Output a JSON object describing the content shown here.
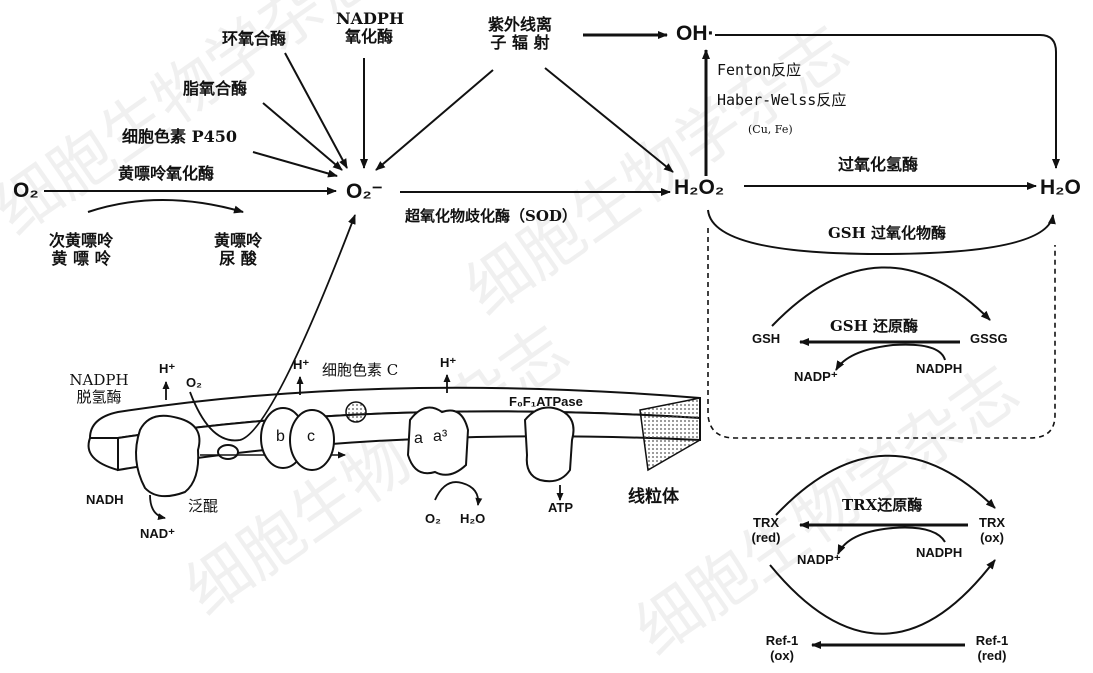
{
  "watermark": "细胞生物学杂志",
  "species": {
    "o2": "O₂",
    "superoxide": "O₂⁻",
    "h2o2": "H₂O₂",
    "oh": "OH·",
    "h2o": "H₂O"
  },
  "sources": {
    "cyclooxygenase": "环氧合酶",
    "nadph_oxidase_line1": "NADPH",
    "nadph_oxidase_line2": "氧化酶",
    "uv_line1": "紫外线离",
    "uv_line2": "子 辐 射",
    "lipoxygenase": "脂氧合酶",
    "cyt_p450": "细胞色素 P450",
    "xanthine_oxidase": "黄嘌呤氧化酶",
    "hypoxanthine_line1": "次黄嘌呤",
    "hypoxanthine_line2": "黄 嘌 呤",
    "xanthine_line1": "黄嘌呤",
    "xanthine_line2": "尿  酸"
  },
  "reactions": {
    "fenton": "Fenton反应",
    "haber_weiss": "Haber-Welss反应",
    "metals": "(Cu, Fe)",
    "catalase": "过氧化氢酶",
    "sod": "超氧化物歧化酶（SOD）",
    "gsh_peroxidase": "GSH 过氧化物酶",
    "gsh": "GSH",
    "gssg": "GSSG",
    "gsh_reductase": "GSH 还原酶",
    "nadp_plus_1": "NADP⁺",
    "nadph_1": "NADPH"
  },
  "trx_cycle": {
    "trx_reductase": "TRX还原酶",
    "trx_red_line1": "TRX",
    "trx_red_line2": "(red)",
    "trx_ox_line1": "TRX",
    "trx_ox_line2": "(ox)",
    "nadp_plus": "NADP⁺",
    "nadph": "NADPH",
    "ref1_ox_line1": "Ref-1",
    "ref1_ox_line2": "(ox)",
    "ref1_red_line1": "Ref-1",
    "ref1_red_line2": "(red)"
  },
  "mitochondrion": {
    "nadph_dehydrogenase_line1": "NADPH",
    "nadph_dehydrogenase_line2": "脱氢酶",
    "h_plus_1": "H⁺",
    "o2_leak": "O₂",
    "h_plus_2": "H⁺",
    "cyt_c": "细胞色素 C",
    "h_plus_3": "H⁺",
    "atpase": "F₀F₁ATPase",
    "complex_b": "b",
    "complex_c": "c",
    "complex_a": "a",
    "complex_a3": "a³",
    "nadh": "NADH",
    "nad_plus": "NAD⁺",
    "ubiquinone": "泛醌",
    "o2_in": "O₂",
    "h2o_out": "H₂O",
    "atp": "ATP",
    "label": "线粒体"
  }
}
